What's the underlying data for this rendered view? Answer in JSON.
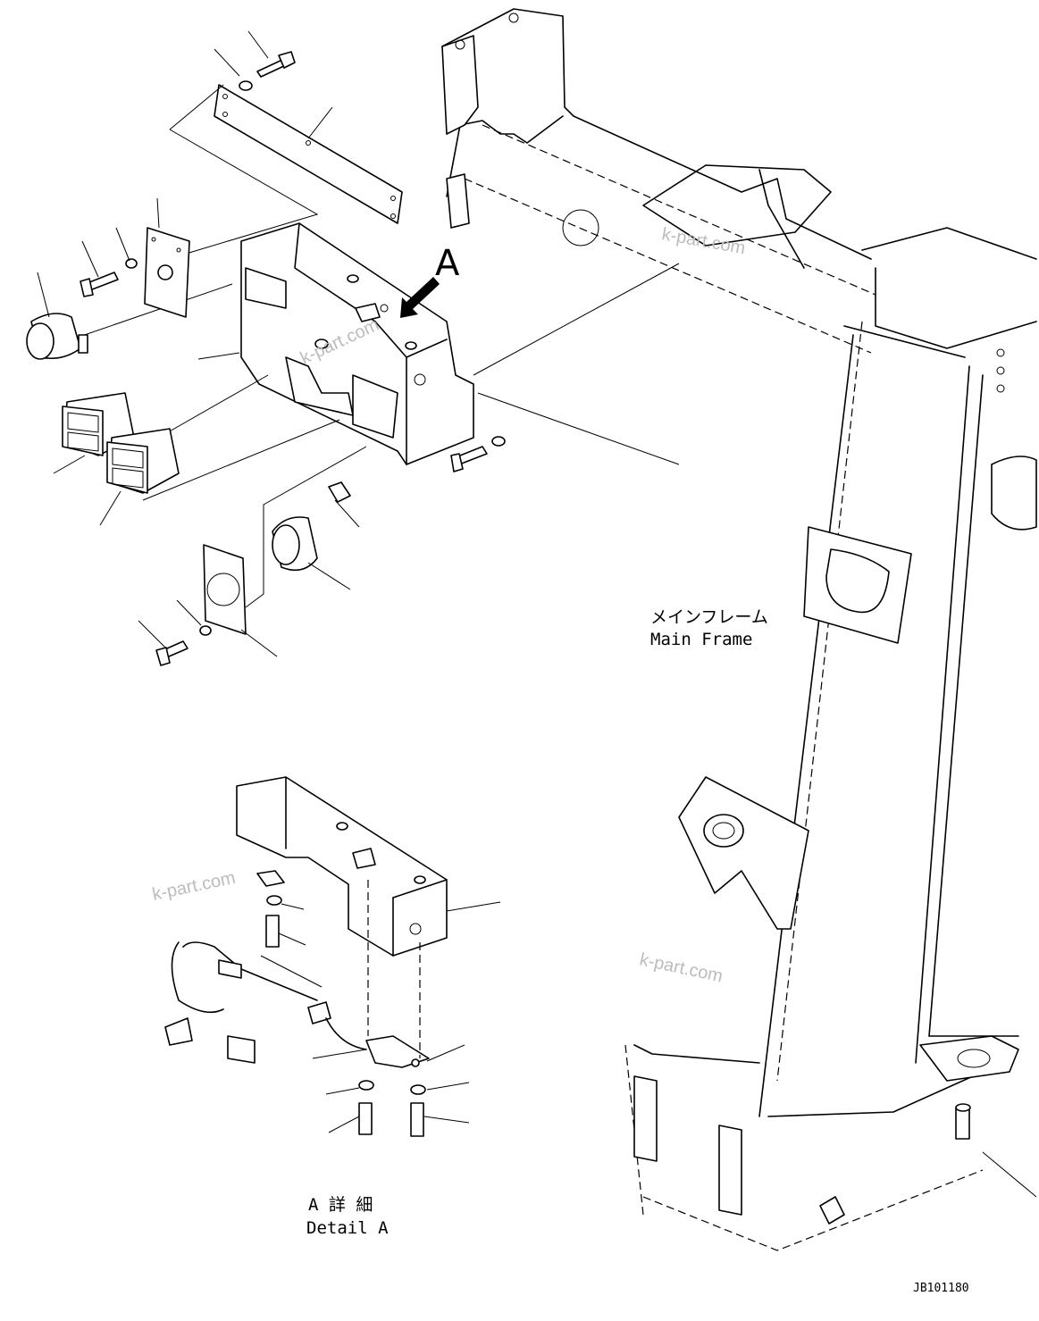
{
  "labels": {
    "main_frame_jp": "メインフレーム",
    "main_frame_en": "Main Frame",
    "detail_jp": "A 詳 細",
    "detail_en": "Detail A",
    "view_letter": "A",
    "drawing_code": "JB101180"
  },
  "watermark": "k-part.com"
}
